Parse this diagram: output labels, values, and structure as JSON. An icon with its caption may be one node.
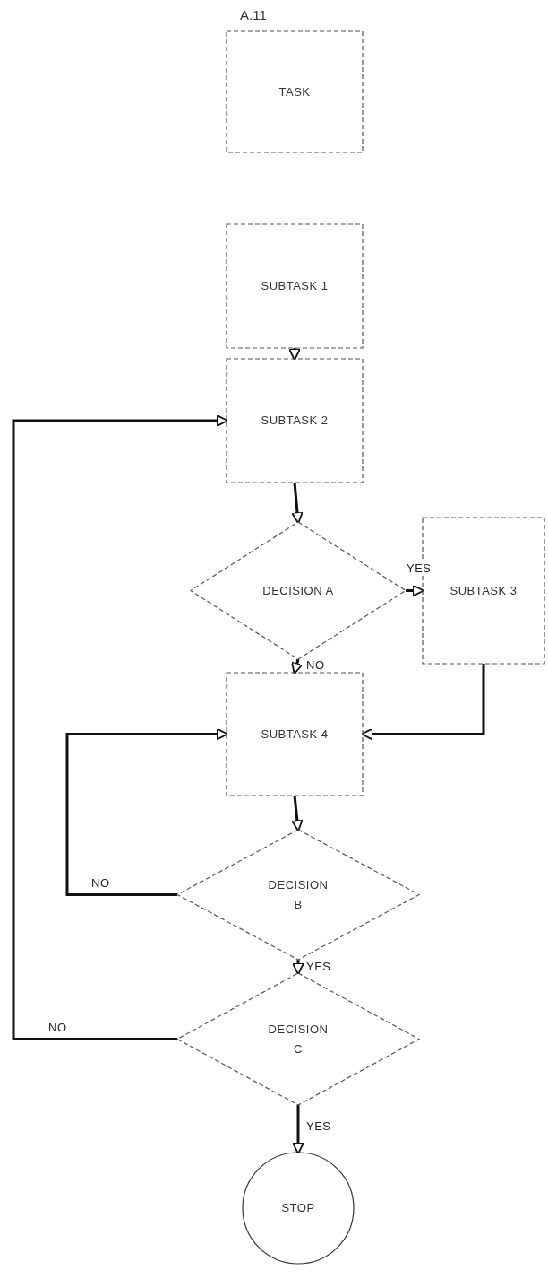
{
  "diagram": {
    "nodes": [
      {
        "text": [
          "TASK"
        ],
        "beside": [
          "A.11"
        ]
      },
      {
        "text": [
          "SUBTASK 1"
        ]
      },
      {
        "text": [
          "SUBTASK 2"
        ]
      },
      {
        "text": [
          "DECISION A"
        ]
      },
      {
        "text": [
          "SUBTASK 3"
        ]
      },
      {
        "text": [
          "SUBTASK 4"
        ]
      },
      {
        "text": [
          "DECISION B"
        ]
      },
      {
        "text": [
          "DECISION C"
        ]
      },
      {
        "text": [
          "STOP"
        ]
      }
    ],
    "edges": [
      {
        "from": 1,
        "to": 2,
        "arrow": "to"
      },
      {
        "from": 2,
        "to": 3,
        "arrow": "to"
      },
      {
        "from": 3,
        "to": 4,
        "arrow": "to",
        "label": "YES"
      },
      {
        "from": 3,
        "to": 5,
        "arrow": "to",
        "label": "NO"
      },
      {
        "from": 4,
        "to": 5,
        "arrow": "to"
      },
      {
        "from": 5,
        "to": 6,
        "arrow": "to"
      },
      {
        "from": 6,
        "to": 5,
        "arrow": "to",
        "label": "NO"
      },
      {
        "from": 6,
        "to": 7,
        "arrow": "to",
        "label": "YES"
      },
      {
        "from": 7,
        "to": 2,
        "arrow": "to",
        "label": "NO"
      },
      {
        "from": 7,
        "to": 8,
        "arrow": "to",
        "label": "YES"
      }
    ]
  }
}
